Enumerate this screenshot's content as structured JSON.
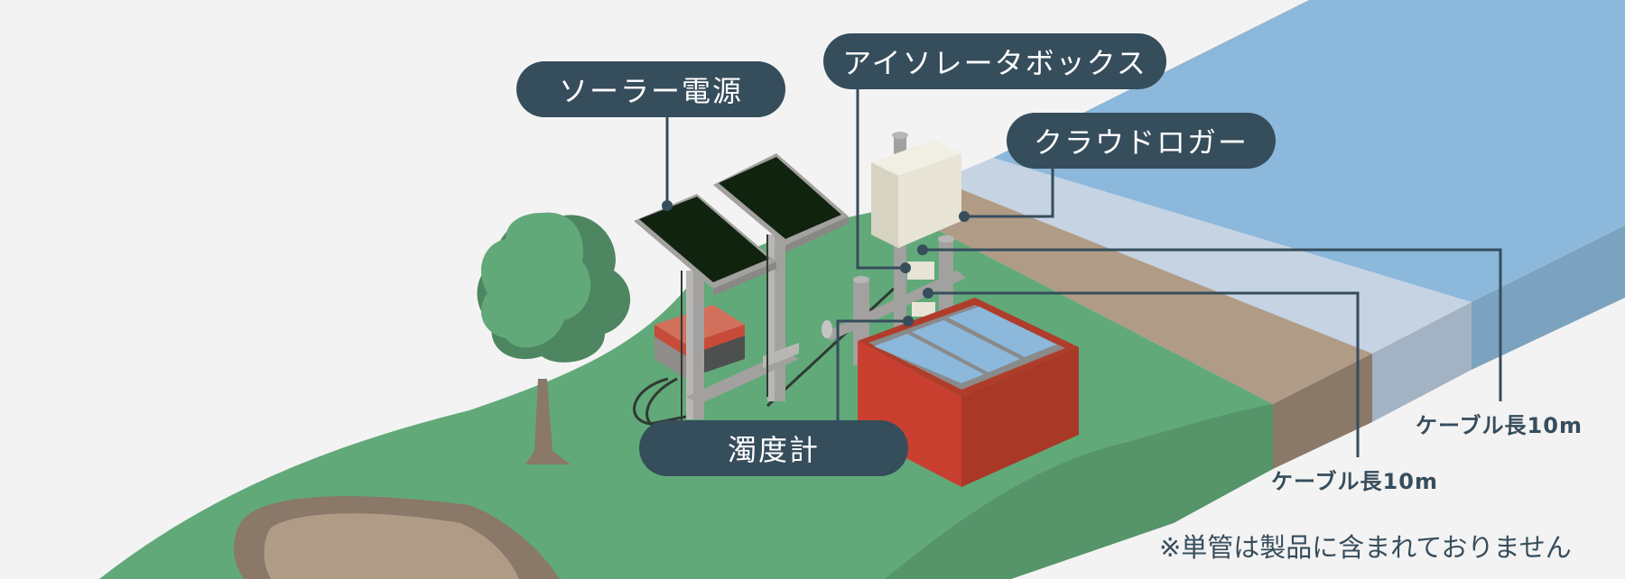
{
  "labels": {
    "solar": "ソーラー電源",
    "isolator": "アイソレータボックス",
    "logger": "クラウドロガー",
    "turbidity": "濁度計"
  },
  "cables": {
    "cable_a": "ケーブル長10m",
    "cable_b": "ケーブル長10m"
  },
  "footnote": "※単管は製品に含まれておりません",
  "colors": {
    "background": "#f3f3f3",
    "label_pill": "#364d5c",
    "grass": "#62a97a",
    "grass_dark": "#56946a",
    "embankment": "#b09b86",
    "water": "#8bb8db",
    "water_edge": "#c5d3e3",
    "tank": "#c83f30",
    "panel": "#10230f",
    "pole": "#a3a19f",
    "box": "#e8e4d6"
  },
  "icons": [
    "tree-icon",
    "solar-panel-icon",
    "battery-icon",
    "logger-box-icon",
    "settling-tank-icon",
    "pond-icon"
  ]
}
